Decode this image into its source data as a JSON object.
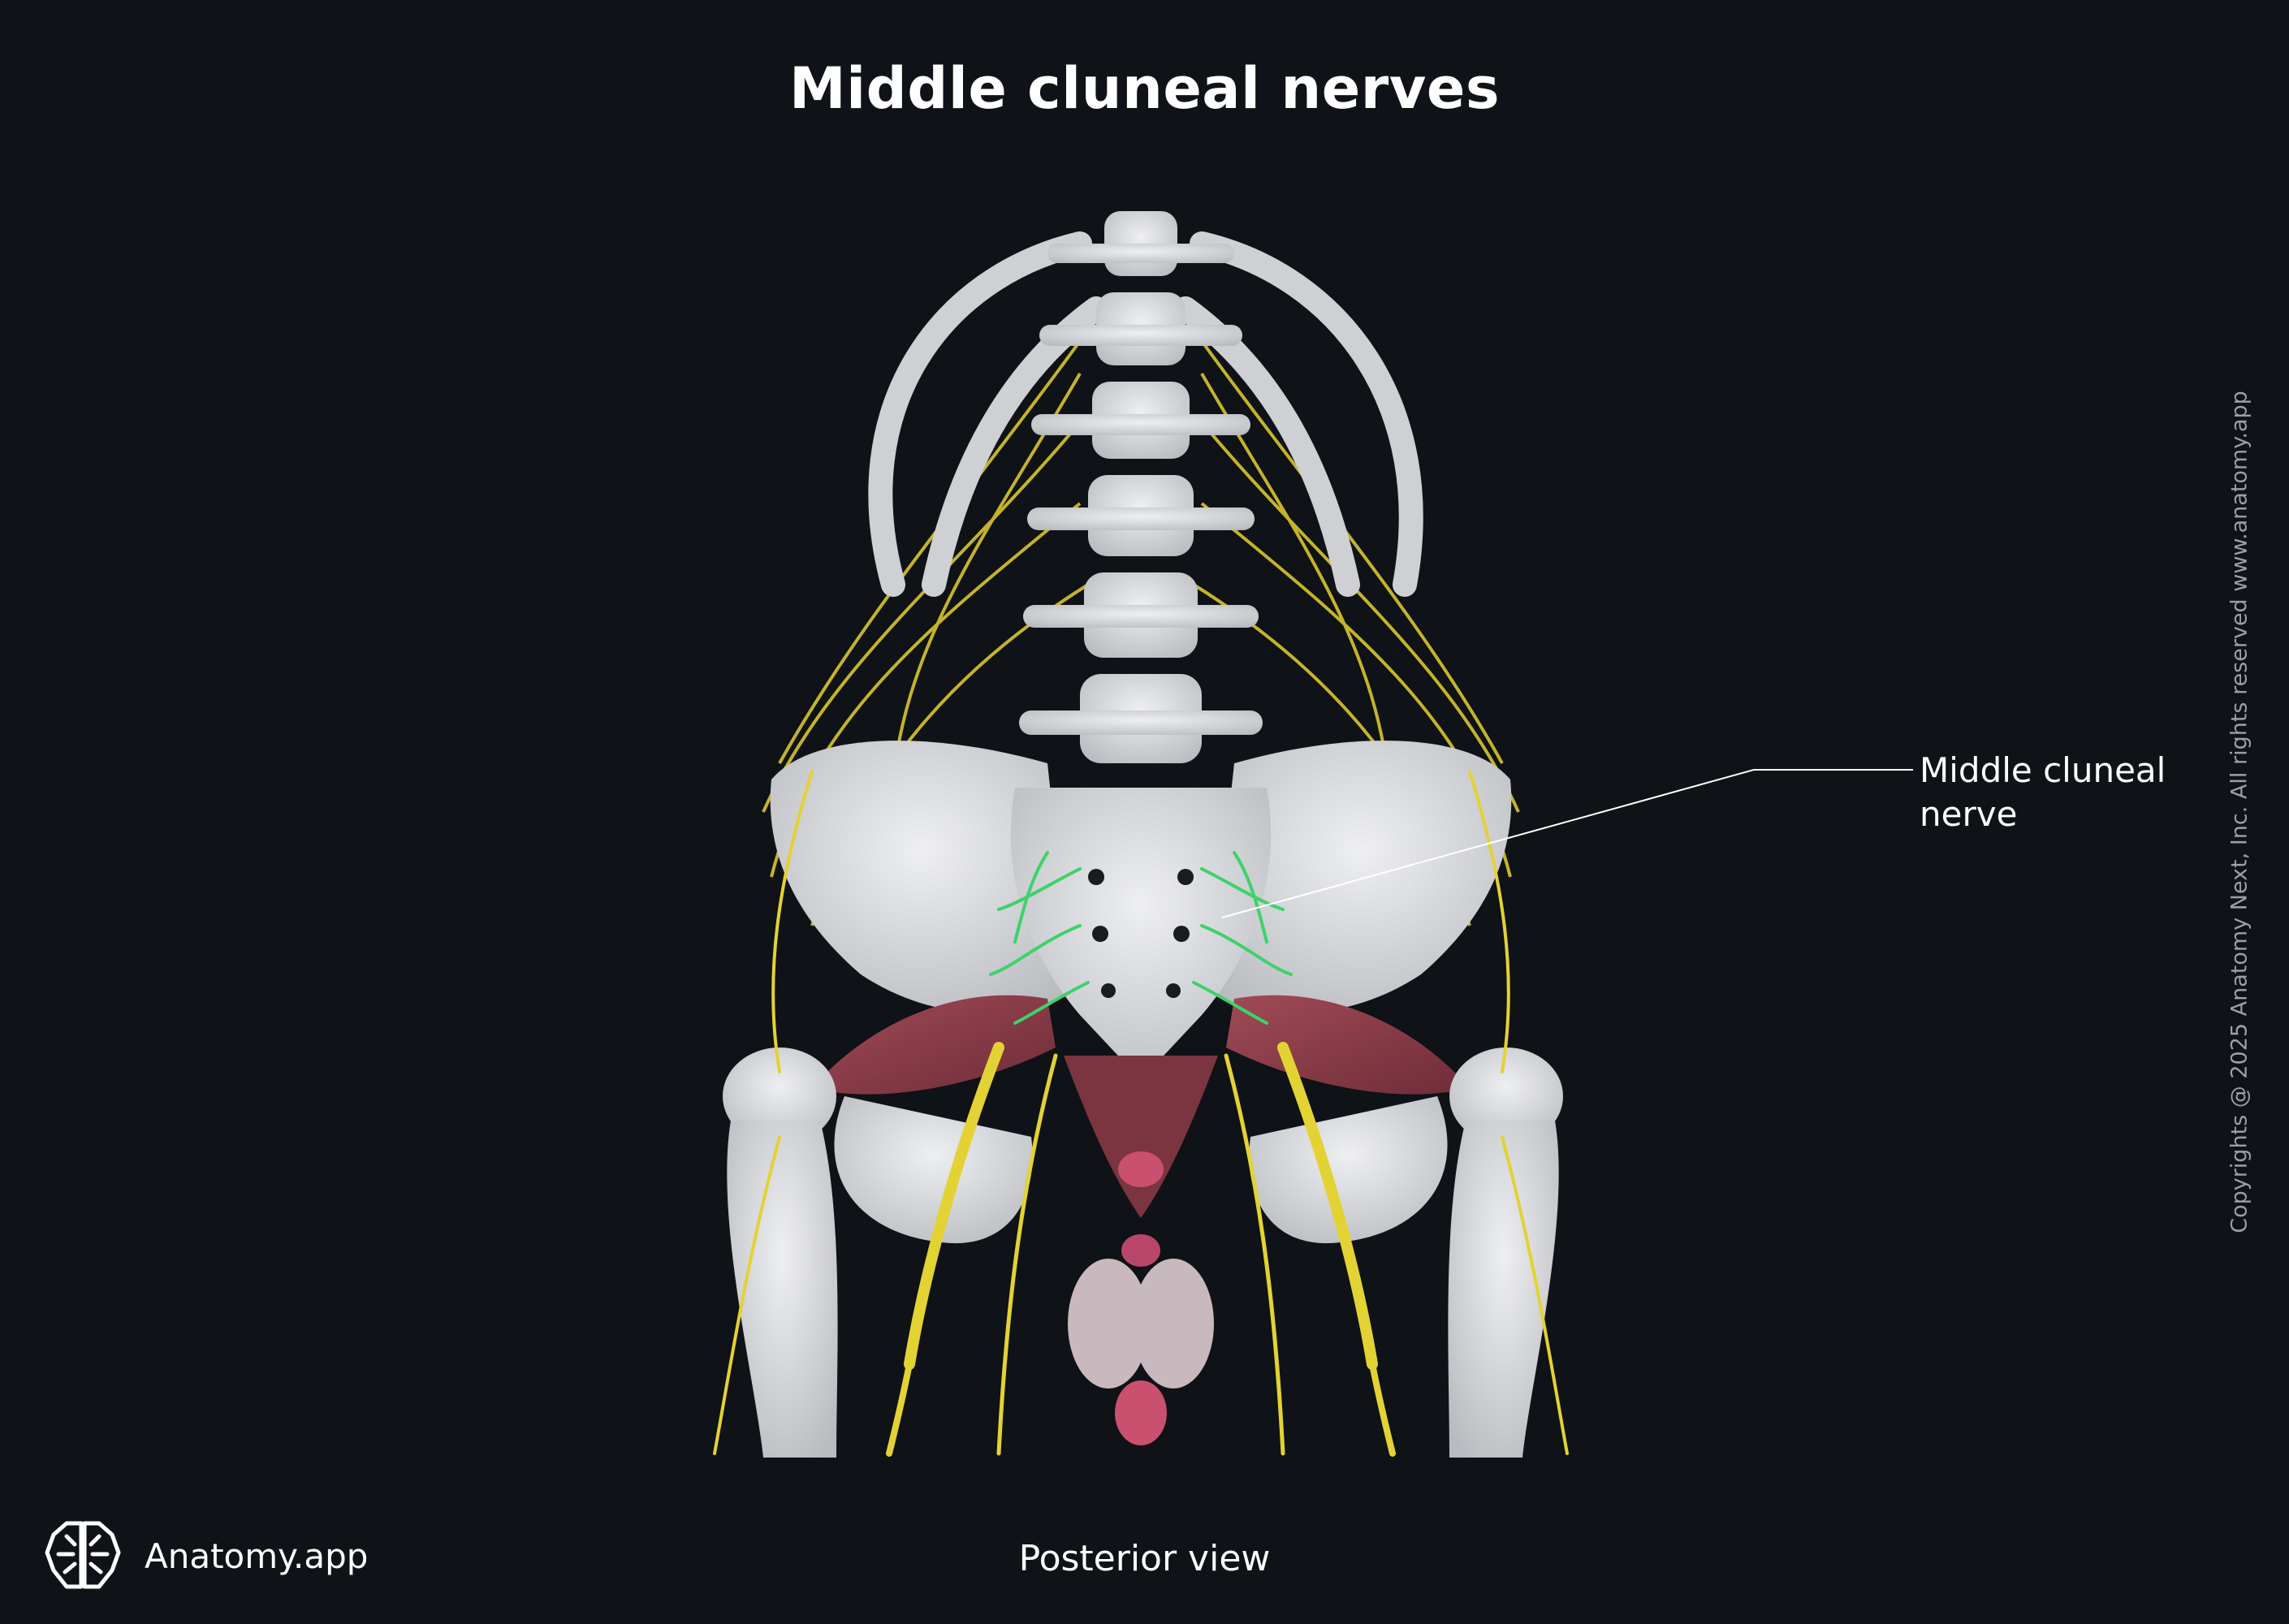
{
  "title": "Middle cluneal nerves",
  "label": {
    "line1": "Middle cluneal",
    "line2": "nerve"
  },
  "copyright": "Copyrights @ 2025 Anatomy Next, Inc. All rights reserved www.anatomy.app",
  "brand": {
    "name": "Anatomy.app",
    "icon": "brain-icon"
  },
  "view": "Posterior view",
  "colors": {
    "background": "#0f1216",
    "bone": "#dcdde0",
    "nerve": "#e3d233",
    "highlight_nerve": "#3ed26a",
    "muscle": "#8e3d4a",
    "organ": "#c9506e",
    "text": "#ffffff",
    "copyright_text": "#9aa0a6"
  }
}
